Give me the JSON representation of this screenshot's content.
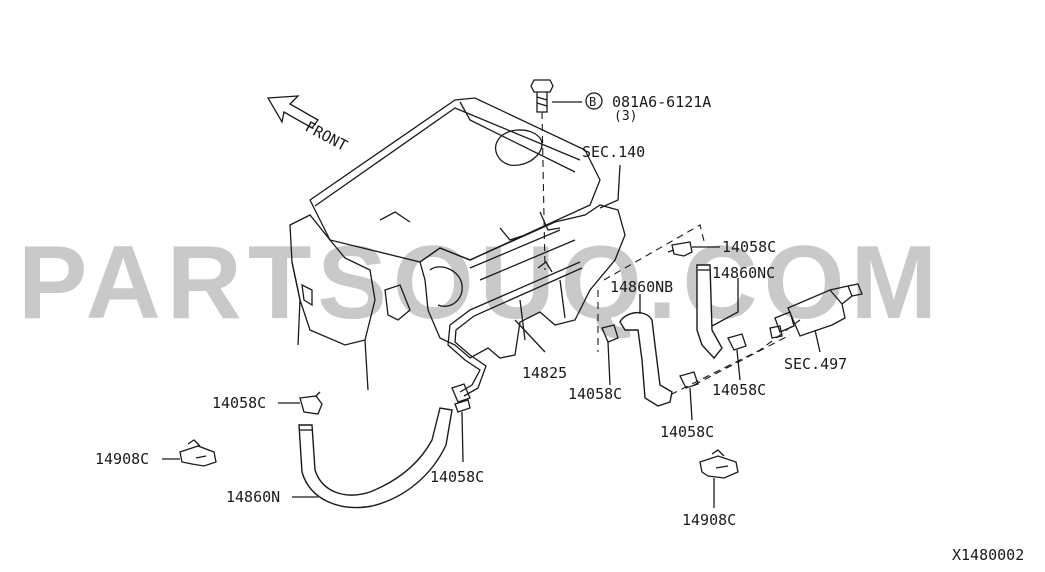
{
  "watermark": "PARTSOUQ.COM",
  "front_label": "FRONT",
  "bolt_marker": "B",
  "bolt_part": "081A6-6121A",
  "bolt_qty": "(3)",
  "sec_140": "SEC.140",
  "sec_497": "SEC.497",
  "parts": {
    "clamp_top_right": "14058C",
    "hose_nc": "14860NC",
    "hose_nb": "14860NB",
    "pipe": "14825",
    "clamp_mid_left": "14058C",
    "clamp_mid_right": "14058C",
    "clamp_bottom_mid": "14058C",
    "clamp_left": "14058C",
    "clamp_lower_center": "14058C",
    "bracket_left": "14908C",
    "hose_n": "14860N",
    "bracket_bottom": "14908C"
  },
  "diagram_id": "X1480002"
}
